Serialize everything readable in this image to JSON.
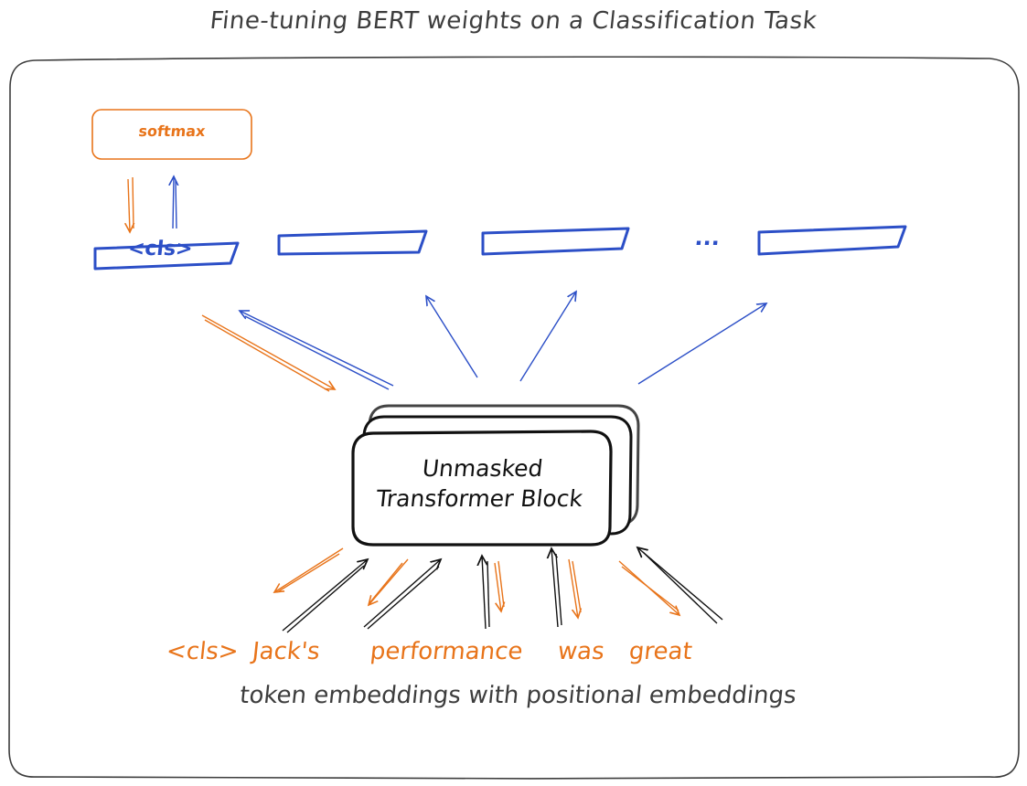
{
  "title": "Fine-tuning BERT weights on a Classification Task",
  "softmax_label": "softmax",
  "output_tokens": {
    "cls_label": "<cls>",
    "ellipsis": "..."
  },
  "transformer_block": {
    "line1": "Unmasked",
    "line2": "Transformer Block"
  },
  "input_tokens": [
    "<cls>",
    "Jack's",
    "performance",
    "was",
    "great"
  ],
  "caption": "token embeddings with positional embeddings",
  "colors": {
    "orange": "#e8741a",
    "blue": "#2c4fc7",
    "dark": "#3d3d3d",
    "black": "#111111"
  }
}
